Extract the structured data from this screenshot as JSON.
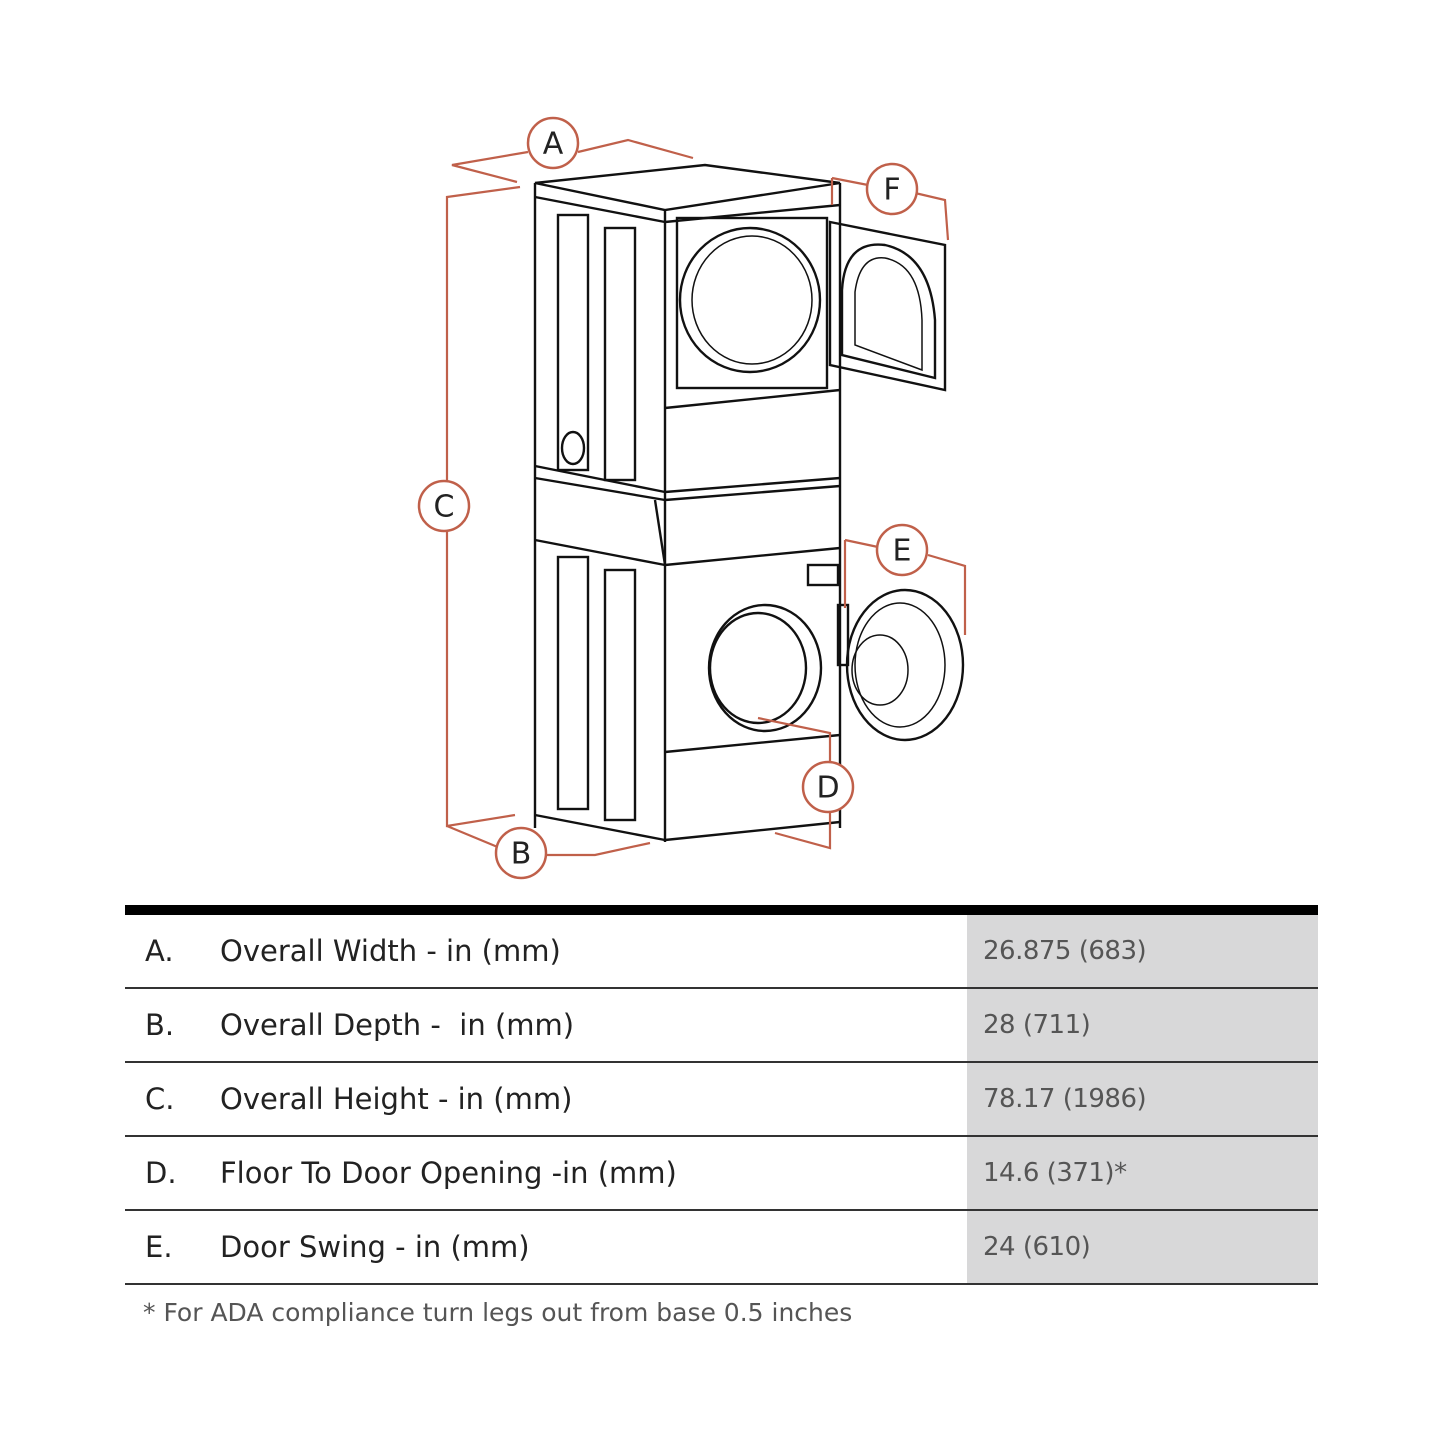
{
  "diagram": {
    "labels": {
      "a": "A",
      "b": "B",
      "c": "C",
      "d": "D",
      "e": "E",
      "f": "F"
    },
    "accent_color": "#c0604a"
  },
  "table": {
    "rows": [
      {
        "letter": "A.",
        "label": "Overall Width - in (mm)",
        "value": "26.875 (683)"
      },
      {
        "letter": "B.",
        "label": "Overall Depth -  in (mm)",
        "value": "28 (711)"
      },
      {
        "letter": "C.",
        "label": "Overall Height - in (mm)",
        "value": "78.17 (1986)"
      },
      {
        "letter": "D.",
        "label": "Floor To Door Opening -in (mm)",
        "value": "14.6 (371)*"
      },
      {
        "letter": "E.",
        "label": "Door Swing - in (mm)",
        "value": "24 (610)"
      }
    ]
  },
  "footnote": "* For ADA compliance turn legs out from base 0.5 inches"
}
